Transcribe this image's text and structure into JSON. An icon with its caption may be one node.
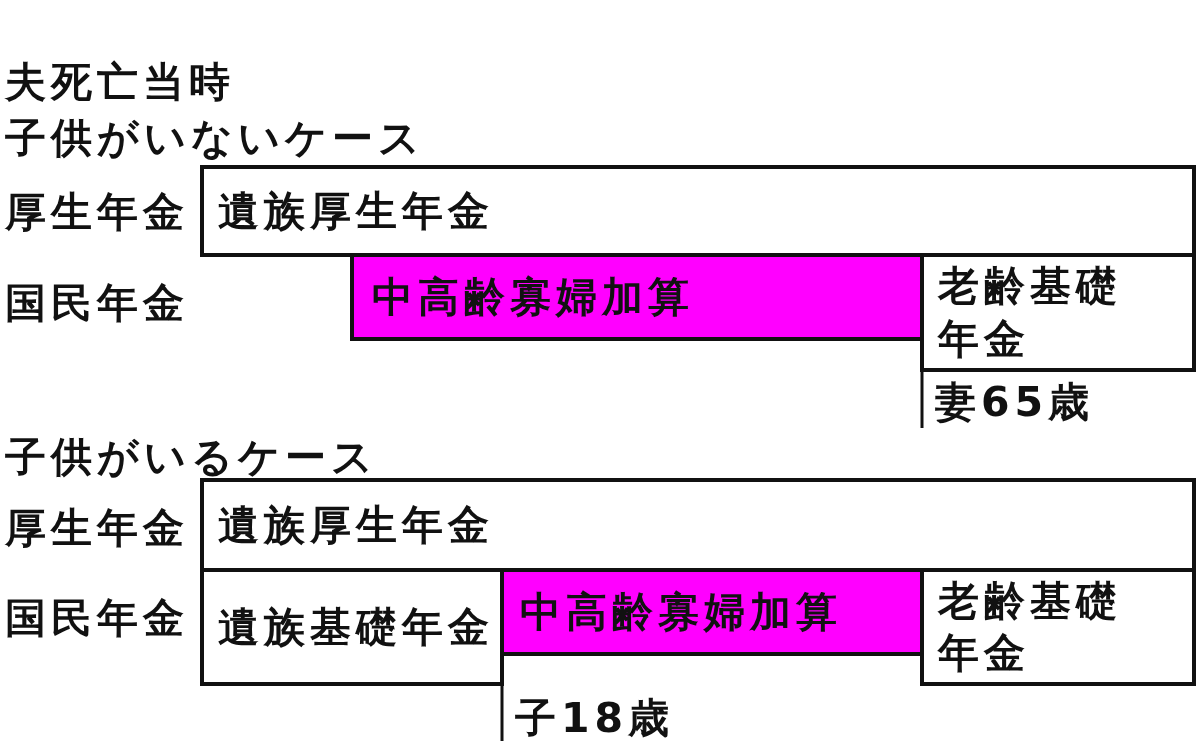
{
  "diagram": {
    "title": "夫死亡当時",
    "nodes": [
      {
        "text": [
          "遺族厚生年金"
        ]
      },
      {
        "text": [
          "中高齢寡婦加算"
        ]
      },
      {
        "text": [
          "老齢基礎年金"
        ]
      },
      {
        "text": [
          "遺族厚生年金"
        ]
      },
      {
        "text": [
          "遺族基礎年金"
        ]
      },
      {
        "text": [
          "中高齢寡婦加算"
        ]
      },
      {
        "text": [
          "老齢基礎年金"
        ]
      }
    ],
    "labels": [
      "子供がいないケース",
      "厚生年金",
      "国民年金",
      "妻65歳",
      "子供がいるケース",
      "厚生年金",
      "国民年金",
      "子18歳"
    ]
  }
}
